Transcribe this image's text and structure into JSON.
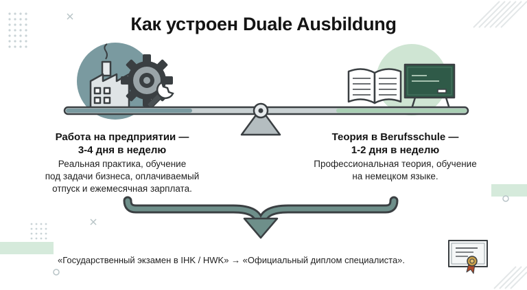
{
  "title": "Как устроен Duale Ausbildung",
  "left": {
    "heading_line1": "Работа на предприятии —",
    "heading_line2": "3-4 дня в неделю",
    "desc_line1": "Реальная практика, обучение",
    "desc_line2": "под задачи бизнеса, оплачиваемый",
    "desc_line3": "отпуск и ежемесячная зарплата."
  },
  "right": {
    "heading_line1": "Теория в Berufsschule —",
    "heading_line2": "1-2 дня в неделю",
    "desc_line1": "Профессиональная теория, обучение",
    "desc_line2": "на немецком языке."
  },
  "result_text": "«Государственный экзамен в IHK / HWK» → «Официальный диплом специалиста».",
  "icons": {
    "left": [
      "factory-icon",
      "gear-icon",
      "wrench-icon"
    ],
    "right": [
      "open-book-icon",
      "chalkboard-icon"
    ],
    "result": "certificate-icon"
  },
  "colors": {
    "slate": "#7a9aa0",
    "mint": "#cfe5d3",
    "dark": "#3a3f42",
    "arrow": "#6e8f8a",
    "board": "#2f5a48"
  }
}
